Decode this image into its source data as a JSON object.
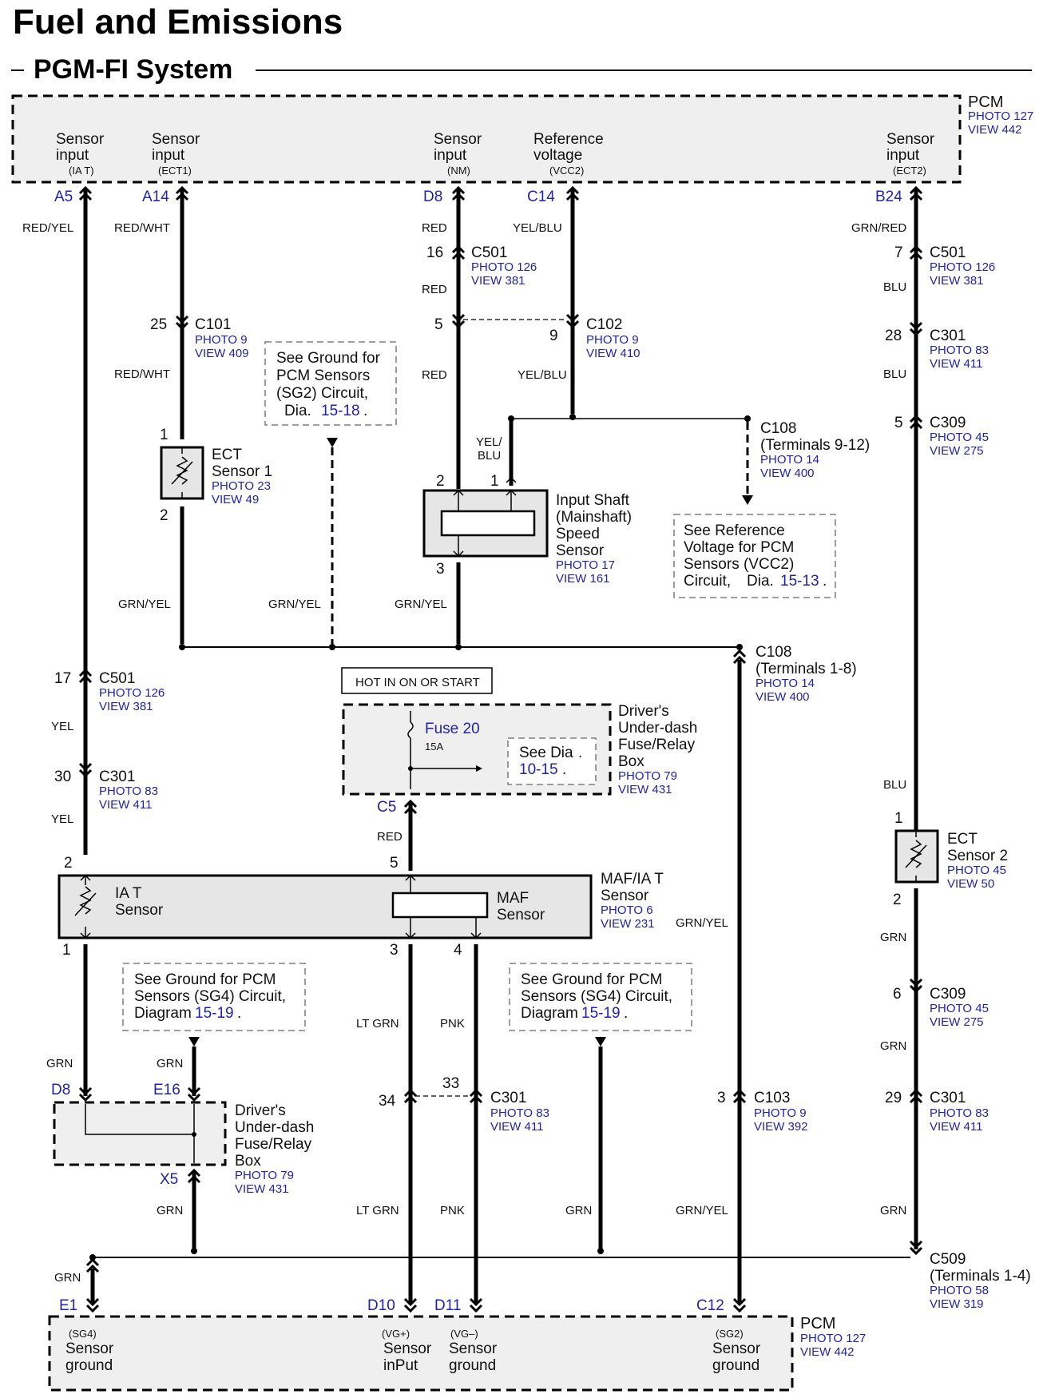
{
  "title": "Fuel and Emissions",
  "subtitle": "PGM-FI System",
  "pcm_top": {
    "name": "PCM",
    "photo": "PHOTO 127",
    "view": "VIEW 442",
    "inputs": [
      {
        "l1": "Sensor",
        "l2": "input",
        "sig": "(IA T)",
        "pin": "A5",
        "wire": "RED/YEL"
      },
      {
        "l1": "Sensor",
        "l2": "input",
        "sig": "(ECT1)",
        "pin": "A14",
        "wire": "RED/WHT"
      },
      {
        "l1": "Sensor",
        "l2": "input",
        "sig": "(NM)",
        "pin": "D8",
        "wire": "RED"
      },
      {
        "l1": "Reference",
        "l2": "voltage",
        "sig": "(VCC2)",
        "pin": "C14",
        "wire": "YEL/BLU"
      },
      {
        "l1": "Sensor",
        "l2": "input",
        "sig": "(ECT2)",
        "pin": "B24",
        "wire": "GRN/RED"
      }
    ]
  },
  "connectors": {
    "c501_a": {
      "name": "C501",
      "pin": "16",
      "photo": "PHOTO 126",
      "view": "VIEW 381"
    },
    "c101": {
      "name": "C101",
      "pin": "25",
      "photo": "PHOTO 9",
      "view": "VIEW 409"
    },
    "c102": {
      "name": "C102",
      "pin_a": "5",
      "pin_b": "9",
      "photo": "PHOTO 9",
      "view": "VIEW 410"
    },
    "c501_r": {
      "name": "C501",
      "pin": "7",
      "photo": "PHOTO 126",
      "view": "VIEW 381"
    },
    "c301_r": {
      "name": "C301",
      "pin": "28",
      "photo": "PHOTO 83",
      "view": "VIEW 411"
    },
    "c309_r": {
      "name": "C309",
      "pin": "5",
      "photo": "PHOTO 45",
      "view": "VIEW 275"
    },
    "c108_a": {
      "name": "C108",
      "terms": "(Terminals 9-12)",
      "photo": "PHOTO 14",
      "view": "VIEW 400"
    },
    "c108_b": {
      "name": "C108",
      "terms": "(Terminals 1-8)",
      "photo": "PHOTO 14",
      "view": "VIEW 400"
    },
    "c501_l": {
      "name": "C501",
      "pin": "17",
      "photo": "PHOTO 126",
      "view": "VIEW 381"
    },
    "c301_l": {
      "name": "C301",
      "pin": "30",
      "photo": "PHOTO 83",
      "view": "VIEW 411"
    },
    "c309_r2": {
      "name": "C309",
      "pin": "6",
      "photo": "PHOTO 45",
      "view": "VIEW 275"
    },
    "c301_m": {
      "name": "C301",
      "pin_a": "34",
      "pin_b": "33",
      "photo": "PHOTO 83",
      "view": "VIEW 411"
    },
    "c103": {
      "name": "C103",
      "pin": "3",
      "photo": "PHOTO 9",
      "view": "VIEW 392"
    },
    "c301_r2": {
      "name": "C301",
      "pin": "29",
      "photo": "PHOTO 83",
      "view": "VIEW 411"
    },
    "c509": {
      "name": "C509",
      "terms": "(Terminals 1-4)",
      "photo": "PHOTO 58",
      "view": "VIEW 319"
    }
  },
  "wires": {
    "red": "RED",
    "yel_blu": "YEL/BLU",
    "yel_blu_split": [
      "YEL/",
      "BLU"
    ],
    "red_wht": "RED/WHT",
    "grn_yel": "GRN/YEL",
    "yel": "YEL",
    "blu": "BLU",
    "grn": "GRN",
    "lt_grn": "LT GRN",
    "pnk": "PNK"
  },
  "notes": {
    "sg2": {
      "l1": "See Ground for",
      "l2": "PCM Sensors",
      "l3": "(SG2) Circuit,",
      "l4": "Dia.",
      "ref": "15-18",
      "end": "."
    },
    "vcc2": {
      "l1": "See Reference",
      "l2": "Voltage for PCM",
      "l3": "Sensors (VCC2)",
      "l4": "Circuit,",
      "l4b": "Dia.",
      "ref": "15-13",
      "end": "."
    },
    "sg4": {
      "l1": "See Ground for PCM",
      "l2": "Sensors (SG4) Circuit,",
      "l3": "Diagram",
      "ref": "15-19",
      "end": "."
    }
  },
  "ect1": {
    "l1": "ECT",
    "l2": "Sensor 1",
    "photo": "PHOTO 23",
    "view": "VIEW 49",
    "pin_a": "1",
    "pin_b": "2"
  },
  "ect2": {
    "l1": "ECT",
    "l2": "Sensor 2",
    "photo": "PHOTO 45",
    "view": "VIEW 50",
    "pin_a": "1",
    "pin_b": "2"
  },
  "iss": {
    "l1": "Input Shaft",
    "l2": "(Mainshaft)",
    "l3": "Speed",
    "l4": "Sensor",
    "photo": "PHOTO 17",
    "view": "VIEW 161",
    "pin1": "1",
    "pin2": "2",
    "pin3": "3"
  },
  "fusebox_top": {
    "hot": "HOT IN ON OR START",
    "fuse": "Fuse 20",
    "amps": "15A",
    "see": "See Dia",
    "see_dot": ".",
    "see_ref": "10-15",
    "see_end": ".",
    "l1": "Driver's",
    "l2": "Under-dash",
    "l3": "Fuse/Relay",
    "l4": "Box",
    "photo": "PHOTO 79",
    "view": "VIEW 431",
    "out_pin": "C5"
  },
  "maf": {
    "iat1": "IA T",
    "iat2": "Sensor",
    "maf1": "MAF",
    "maf2": "Sensor",
    "n1": "MAF/IA T",
    "n2": "Sensor",
    "photo": "PHOTO 6",
    "view": "VIEW 231",
    "pin2": "2",
    "pin5": "5",
    "pin1": "1",
    "pin3": "3",
    "pin4": "4"
  },
  "fusebox_bot": {
    "l1": "Driver's",
    "l2": "Under-dash",
    "l3": "Fuse/Relay",
    "l4": "Box",
    "photo": "PHOTO 79",
    "view": "VIEW 431",
    "pin_d8": "D8",
    "pin_e16": "E16",
    "pin_x5": "X5"
  },
  "pcm_bot": {
    "name": "PCM",
    "photo": "PHOTO 127",
    "view": "VIEW 442",
    "outs": [
      {
        "pin": "E1",
        "sig": "(SG4)",
        "l1": "Sensor",
        "l2": "ground"
      },
      {
        "pin": "D10",
        "sig": "(VG+)",
        "l1": "Sensor",
        "l2": "inPut"
      },
      {
        "pin": "D11",
        "sig": "(VG–)",
        "l1": "Sensor",
        "l2": "ground"
      },
      {
        "pin": "C12",
        "sig": "(SG2)",
        "l1": "Sensor",
        "l2": "ground"
      }
    ]
  }
}
